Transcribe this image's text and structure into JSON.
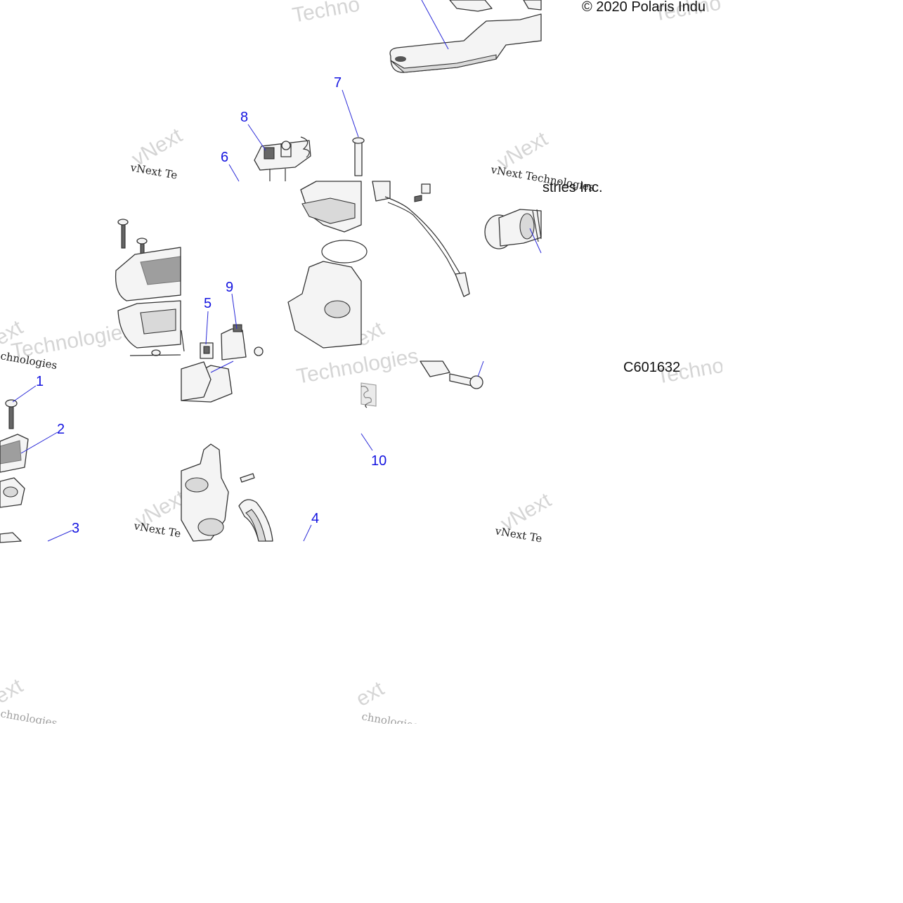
{
  "copyright": "© 2020 Polaris Industries Inc.",
  "copyright_partial": "© 2020 Polaris Indu",
  "copyright_fragment": "stries Inc.",
  "figure_id": "C601632",
  "figure_id_partial": "C601632",
  "watermark": {
    "brand": "vNext",
    "word": "Technologies",
    "line": "vNext Technologies",
    "short_tec": "vNext Te",
    "short_tech": "Techno",
    "fragment_ext": "ext",
    "fragment_chno": "chnologies"
  },
  "callouts": [
    {
      "id": "1",
      "label": "1"
    },
    {
      "id": "2",
      "label": "2"
    },
    {
      "id": "3",
      "label": "3"
    },
    {
      "id": "4",
      "label": "4"
    },
    {
      "id": "5",
      "label": "5"
    },
    {
      "id": "6",
      "label": "6"
    },
    {
      "id": "7",
      "label": "7"
    },
    {
      "id": "8",
      "label": "8"
    },
    {
      "id": "9",
      "label": "9"
    },
    {
      "id": "10",
      "label": "10"
    }
  ]
}
